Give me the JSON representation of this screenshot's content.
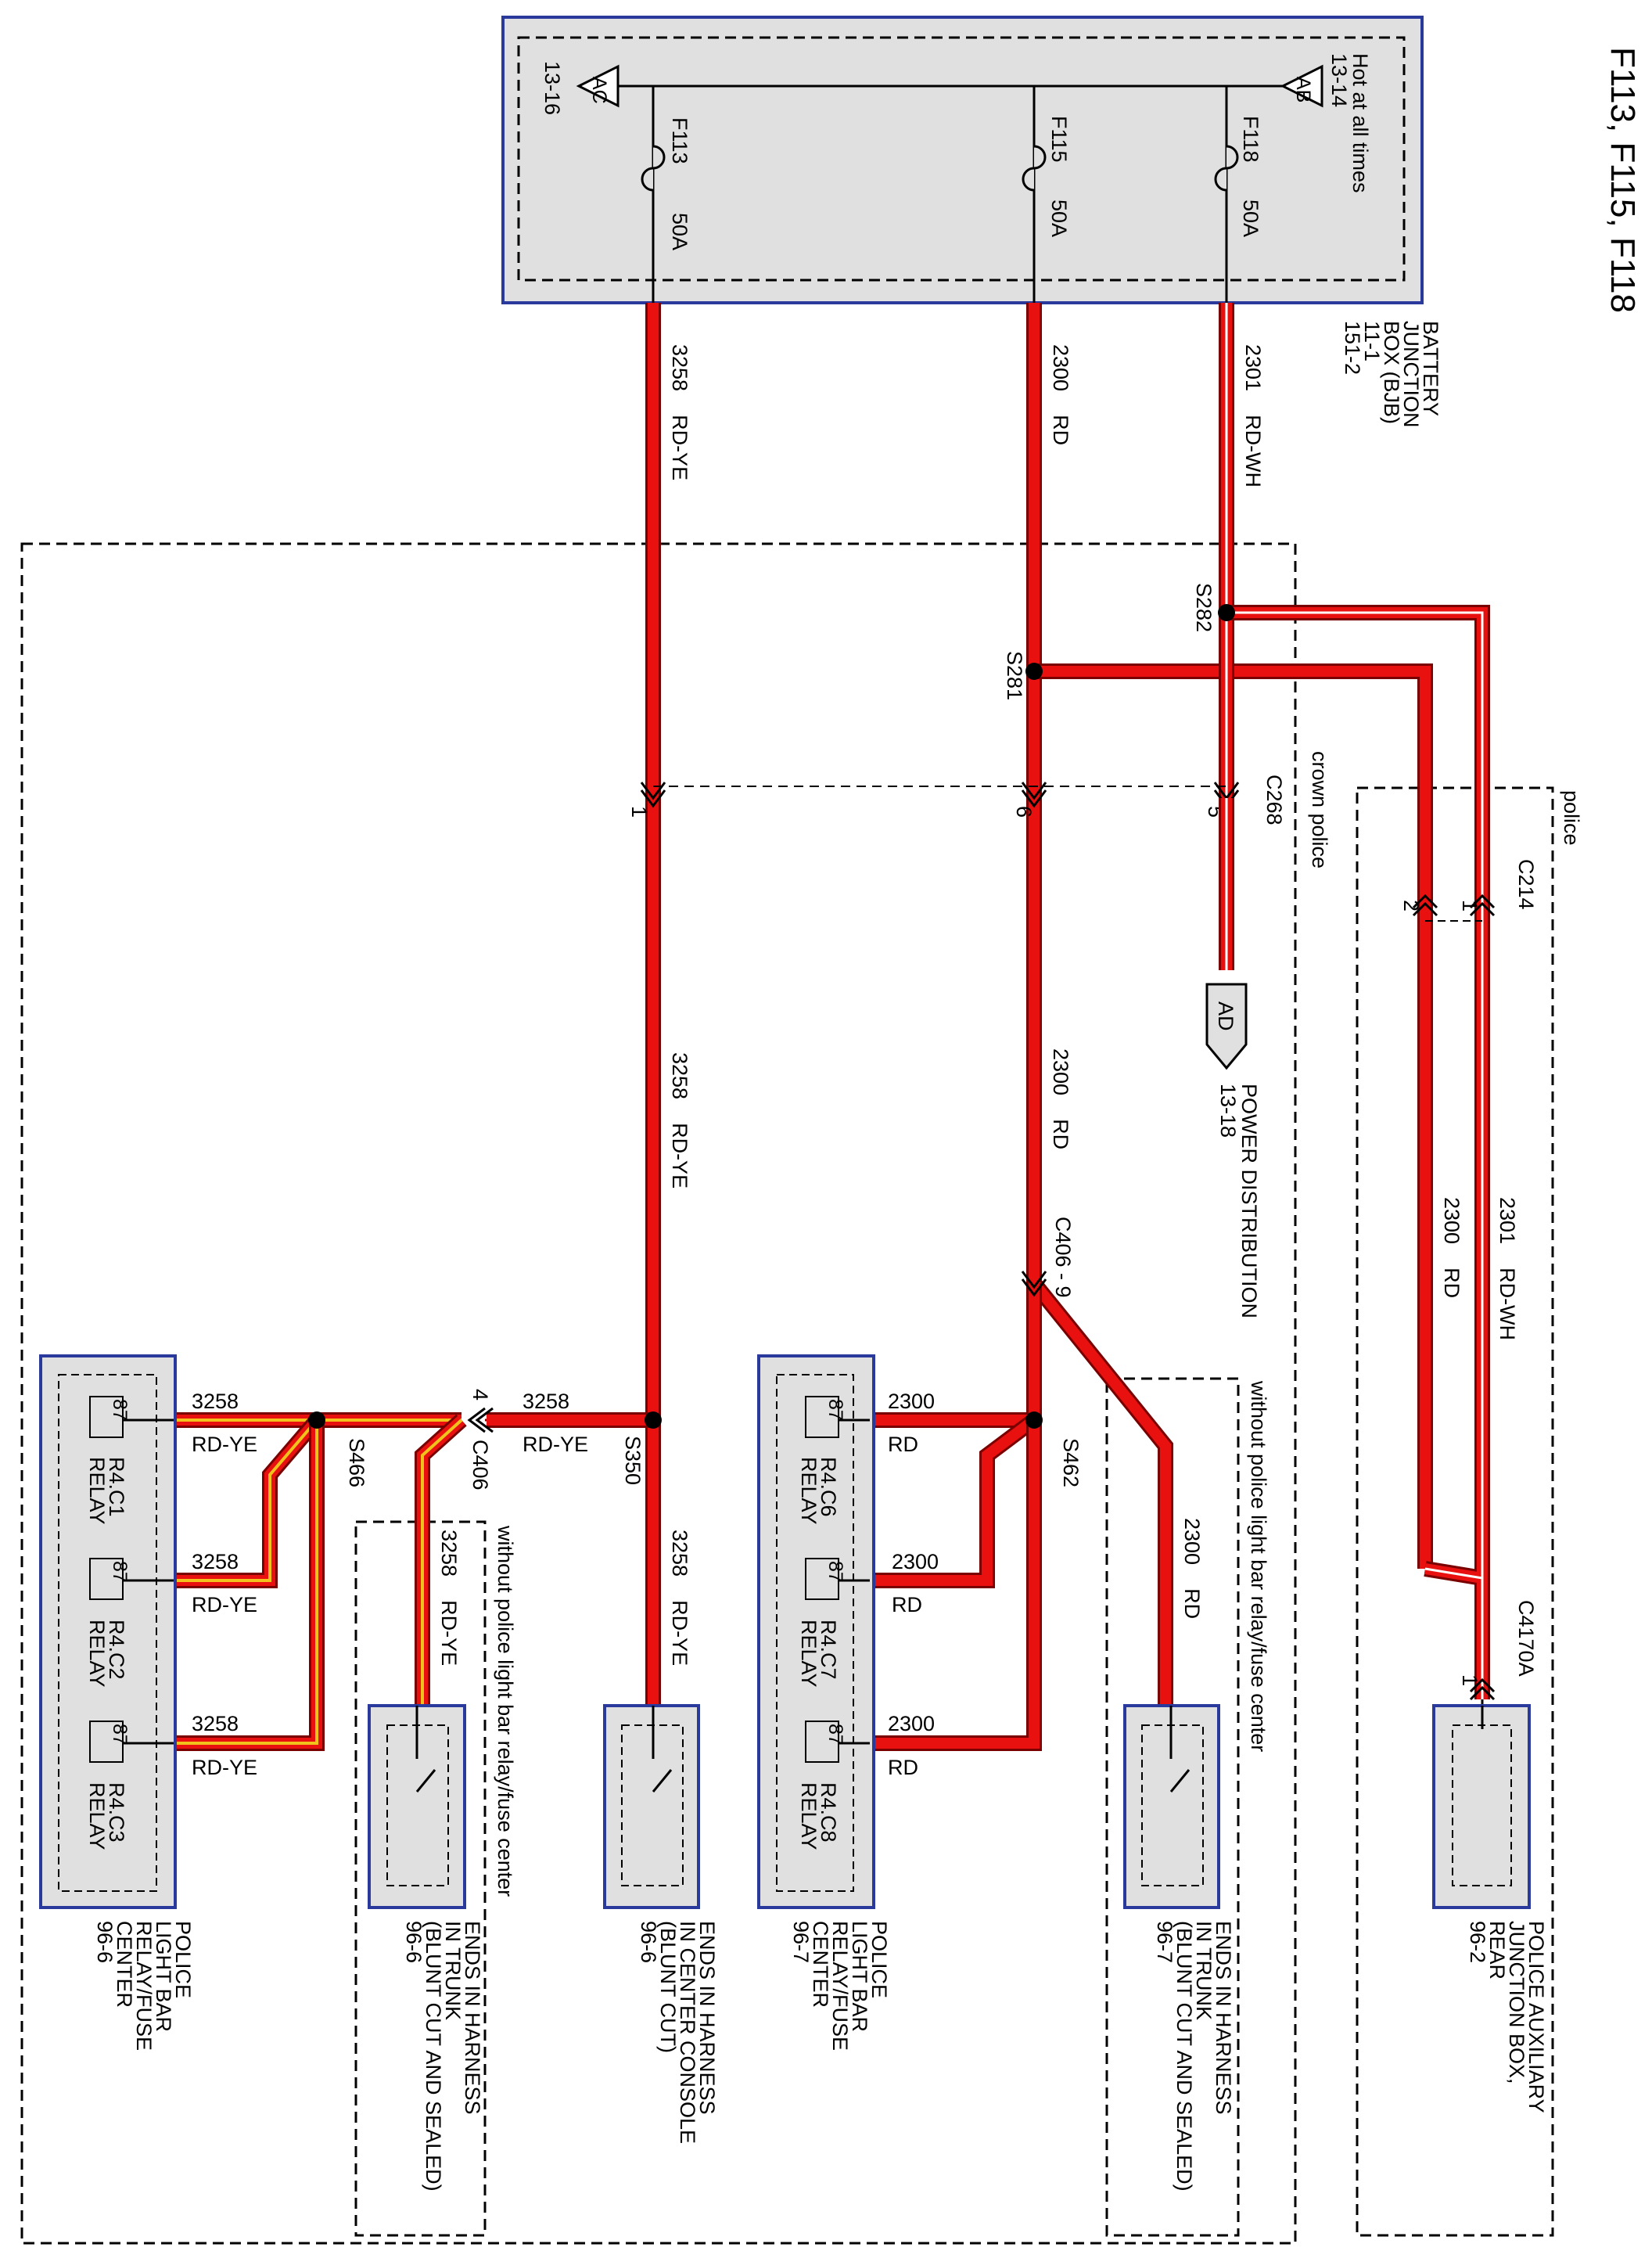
{
  "title": "F113, F115, F118",
  "colors": {
    "wire_red": "#e8110f",
    "wire_dark": "#7a0000",
    "wire_yellow": "#f0c21b",
    "wire_white": "#ffffff",
    "box_fill": "#e0e0e0",
    "box_border": "#2a3a9c"
  },
  "bjb": {
    "name_lines": [
      "BATTERY",
      "JUNCTION",
      "BOX (BJB)",
      "11-1",
      "151-2"
    ],
    "hot_lines": [
      "Hot at all times",
      "13-14"
    ],
    "ref_left": "13-16",
    "conn_ab": "AB",
    "conn_ac": "AC",
    "fuses": [
      {
        "id": "F113",
        "rating": "50A"
      },
      {
        "id": "F115",
        "rating": "50A"
      },
      {
        "id": "F118",
        "rating": "50A"
      }
    ]
  },
  "wires": {
    "w3258_a": "3258    RD-YE",
    "w2300_a": "2300    RD",
    "w2301_a": "2301    RD-WH",
    "w3258_b": "3258    RD-YE",
    "w2300_b": "2300    RD",
    "w2300_c": "2300    RD",
    "w2301_c": "2301    RD-WH",
    "w2300_d": "2300    RD",
    "w3258_c": "3258    RD-YE",
    "w3258_d": "3258    RD-YE",
    "w3258_num": "3258",
    "w3258_color": "RD-YE",
    "w2300_num": "2300",
    "w2300_color": "RD"
  },
  "splices": {
    "s282": "S282",
    "s281": "S281",
    "s350": "S350",
    "s462": "S462",
    "s466": "S466"
  },
  "connectors": {
    "c268": "C268",
    "c268_pin5": "5",
    "c268_pin6": "6",
    "c268_pin1": "1",
    "c214": "C214",
    "c214_pin1": "1",
    "c214_pin2": "2",
    "c406_9": "C406 - 9",
    "c406": "C406",
    "c406_pin4": "4",
    "c4170a": "C4170A",
    "c4170a_pin1": "1"
  },
  "regions": {
    "crown_police": "crown police",
    "police": "police",
    "without_relay_1": "without police light bar relay/fuse center",
    "without_relay_2": "without police light bar relay/fuse center"
  },
  "power_dist": {
    "tag": "AD",
    "lines": [
      "POWER DISTRIBUTION",
      "13-18"
    ]
  },
  "components": {
    "aux_jbox": [
      "POLICE AUXILIARY",
      "JUNCTION BOX,",
      "REAR",
      "96-2"
    ],
    "trunk_right": [
      "ENDS IN HARNESS",
      "IN TRUNK",
      "(BLUNT CUT AND SEALED)",
      "96-7"
    ],
    "lightbar_right": [
      "POLICE",
      "LIGHT BAR",
      "RELAY/FUSE",
      "CENTER",
      "96-7"
    ],
    "console": [
      "ENDS IN HARNESS",
      "IN CENTER CONSOLE",
      "(BLUNT CUT)",
      "96-6"
    ],
    "trunk_left": [
      "ENDS IN HARNESS",
      "IN TRUNK",
      "(BLUNT CUT AND SEALED)",
      "96-6"
    ],
    "lightbar_left": [
      "POLICE",
      "LIGHT BAR",
      "RELAY/FUSE",
      "CENTER",
      "96-6"
    ]
  },
  "relays": {
    "pin": "87",
    "c6": [
      "R4.C6",
      "RELAY"
    ],
    "c7": [
      "R4.C7",
      "RELAY"
    ],
    "c8": [
      "R4.C8",
      "RELAY"
    ],
    "c1": [
      "R4.C1",
      "RELAY"
    ],
    "c2": [
      "R4.C2",
      "RELAY"
    ],
    "c3": [
      "R4.C3",
      "RELAY"
    ]
  }
}
